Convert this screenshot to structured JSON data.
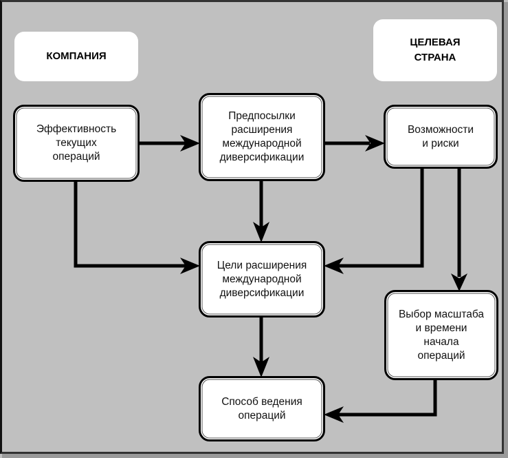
{
  "headers": {
    "company": "КОМПАНИЯ",
    "target_country": "ЦЕЛЕВАЯ\nСТРАНА"
  },
  "nodes": {
    "efficiency": "Эффективность\nтекущих\nопераций",
    "prerequisites": "Предпосылки\nрасширения\nмеждународной\nдиверсификации",
    "opportunities": "Возможности\nи риски",
    "goals": "Цели расширения\nмеждународной\nдиверсификации",
    "scale_timing": "Выбор масштаба\nи времени\nначала\nопераций",
    "mode": "Способ ведения\nопераций"
  },
  "edges": [
    {
      "from": "efficiency",
      "to": "prerequisites"
    },
    {
      "from": "prerequisites",
      "to": "opportunities"
    },
    {
      "from": "efficiency",
      "to": "goals"
    },
    {
      "from": "prerequisites",
      "to": "goals"
    },
    {
      "from": "opportunities",
      "to": "goals"
    },
    {
      "from": "opportunities",
      "to": "scale_timing"
    },
    {
      "from": "goals",
      "to": "mode"
    },
    {
      "from": "scale_timing",
      "to": "mode"
    }
  ],
  "colors": {
    "background": "#c0c0c0",
    "box_fill": "#ffffff",
    "line": "#000000"
  }
}
